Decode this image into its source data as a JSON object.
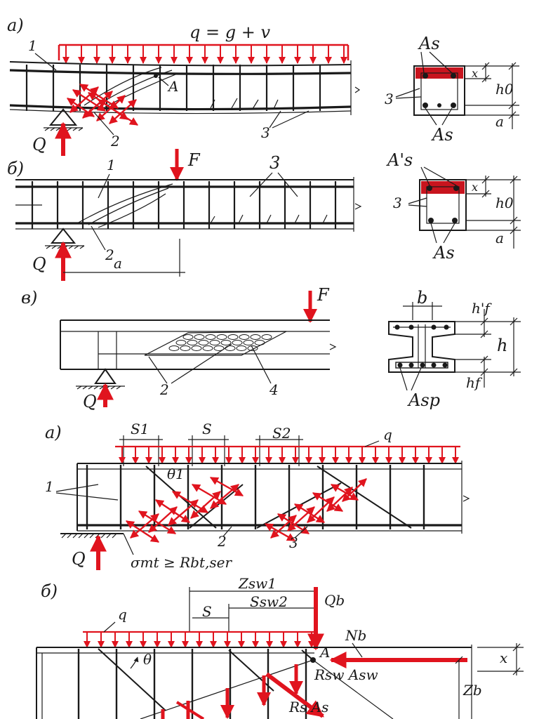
{
  "colors": {
    "ink": "#1a1a1a",
    "load": "#e0141e"
  },
  "fig1": {
    "part_a": {
      "panel_label": "а)",
      "load_formula": "q = g + v",
      "labels": {
        "one": "1",
        "two": "2",
        "three": "3",
        "point": "A",
        "reaction": "Q"
      },
      "section": {
        "top_bars": "As",
        "bottom_bars": "As",
        "stirrups": "3",
        "x": "x",
        "h0": "h0",
        "a": "a"
      }
    },
    "part_b": {
      "panel_label": "б)",
      "force": "F",
      "labels": {
        "one": "1",
        "two": "2",
        "three": "3",
        "a": "a",
        "reaction": "Q"
      },
      "section": {
        "top_bars": "A's",
        "bottom_bars": "As",
        "stirrups": "3",
        "x": "x",
        "h0": "h0",
        "a": "a"
      }
    },
    "part_c": {
      "panel_label": "в)",
      "force": "F",
      "labels": {
        "two": "2",
        "four": "4",
        "reaction": "Q"
      },
      "section": {
        "b": "b",
        "hf_top": "h'f",
        "h": "h",
        "hf_bottom": "hf",
        "bars": "Asp"
      }
    }
  },
  "fig2": {
    "part_a": {
      "panel_label": "а)",
      "spacings": {
        "s1": "S1",
        "s": "S",
        "s2": "S2"
      },
      "load": "q",
      "theta": "θ1",
      "labels": {
        "one": "1",
        "two": "2",
        "three": "3",
        "reaction": "Q"
      },
      "stress_condition": "σmt ≥ Rbt,ser"
    },
    "part_b": {
      "panel_label": "б)",
      "z_sw1": "Zsw1",
      "z_sw2": "Ssw2",
      "s": "S",
      "q": "q",
      "qb": "Qb",
      "nb": "Nb",
      "theta": "θ",
      "point": "A",
      "x": "x",
      "zb": "Zb",
      "rsw_asw": "Rsw Asw",
      "rs_as": "Rs As"
    }
  }
}
